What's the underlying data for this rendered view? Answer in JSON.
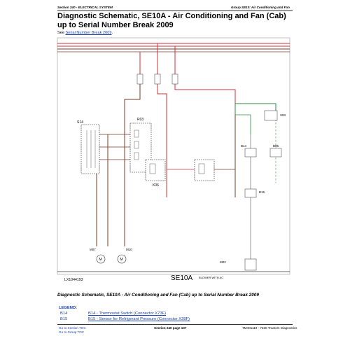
{
  "header": {
    "left": "Section 240 - ELECTRICAL SYSTEM",
    "right": "Group SE10: Air Conditioning and Fan"
  },
  "title": "Diagnostic Schematic, SE10A - Air Conditioning and Fan (Cab) up to Serial Number Break 2009",
  "see_link": {
    "prefix": "See ",
    "link": "Serial Number Break 2009",
    "suffix": "."
  },
  "diagram": {
    "label": "SE10A",
    "sublabel": "BLOWER WITH AC",
    "components": {
      "s14": "S14",
      "r03": "R03",
      "k06": "K06",
      "s93": "S93",
      "b14": "B14",
      "b95": "B95",
      "b15": "B15",
      "m07": "M07",
      "m10": "M10",
      "m02": "M02"
    }
  },
  "figure_id": "LX1044193",
  "caption": "Diagnostic Schematic, SE10A - Air Conditioning and Fan (Cab) up to Serial Number Break 2009",
  "legend": {
    "title": "LEGEND:",
    "items": [
      {
        "code": "B14",
        "text": "B14 - Thermostat Switch (Connector X73F)"
      },
      {
        "code": "B15",
        "text": "B15 - Sensor for Refrigerant Pressure (Connector X28F)"
      }
    ]
  },
  "footer": {
    "left": "Go to Section TOC",
    "left2": "Go to Group TOC",
    "center": "Section 240 page 107",
    "right": "TM401119 - 7330 Tractors Diagnostics"
  },
  "colors": {
    "red": "#d0303a",
    "brown": "#7a3a2a",
    "green": "#2e8a3c",
    "link": "#1a3fb0"
  }
}
